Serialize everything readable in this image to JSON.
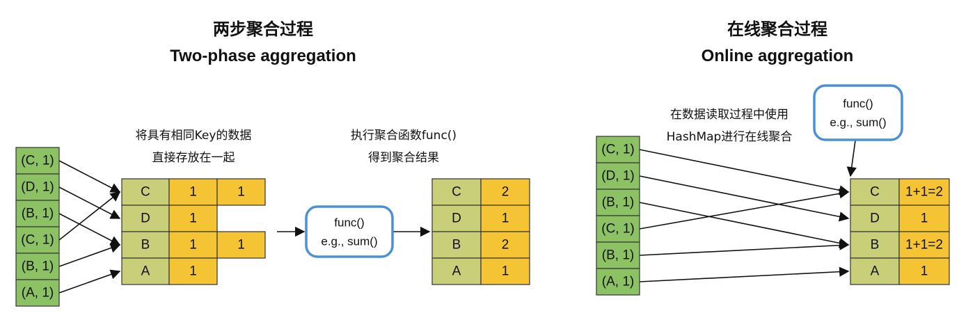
{
  "left": {
    "title_cn": "两步聚合过程",
    "title_en": "Two-phase aggregation",
    "input_records": [
      "(C, 1)",
      "(D, 1)",
      "(B, 1)",
      "(C, 1)",
      "(B, 1)",
      "(A, 1)"
    ],
    "group_caption": [
      "将具有相同Key的数据",
      "直接存放在一起"
    ],
    "groups": [
      {
        "key": "C",
        "values": [
          "1",
          "1"
        ]
      },
      {
        "key": "D",
        "values": [
          "1"
        ]
      },
      {
        "key": "B",
        "values": [
          "1",
          "1"
        ]
      },
      {
        "key": "A",
        "values": [
          "1"
        ]
      }
    ],
    "func_caption": [
      "执行聚合函数func()",
      "得到聚合结果"
    ],
    "func_box": [
      "func()",
      "e.g., sum()"
    ],
    "results": [
      {
        "key": "C",
        "value": "2"
      },
      {
        "key": "D",
        "value": "1"
      },
      {
        "key": "B",
        "value": "2"
      },
      {
        "key": "A",
        "value": "1"
      }
    ]
  },
  "right": {
    "title_cn": "在线聚合过程",
    "title_en": "Online aggregation",
    "caption": [
      "在数据读取过程中使用",
      "HashMap进行在线聚合"
    ],
    "func_box": [
      "func()",
      "e.g., sum()"
    ],
    "input_records": [
      "(C, 1)",
      "(D, 1)",
      "(B, 1)",
      "(C, 1)",
      "(B, 1)",
      "(A, 1)"
    ],
    "results": [
      {
        "key": "C",
        "value": "1+1=2"
      },
      {
        "key": "D",
        "value": "1"
      },
      {
        "key": "B",
        "value": "1+1=2"
      },
      {
        "key": "A",
        "value": "1"
      }
    ]
  },
  "colors": {
    "record_fill": "#8cc264",
    "key_fill": "#c9cf78",
    "value_fill": "#f4c434",
    "func_border": "#4a90d9",
    "stroke": "#333333"
  }
}
